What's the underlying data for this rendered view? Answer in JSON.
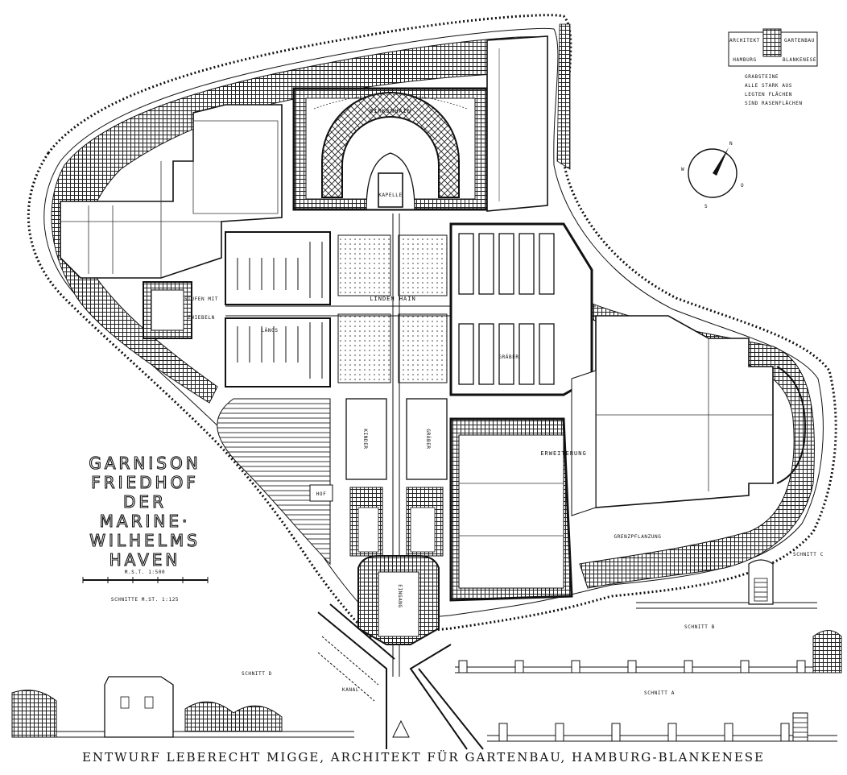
{
  "caption": "ENTWURF LEBERECHT MIGGE, ARCHITEKT FÜR GARTENBAU, HAMBURG-BLANKENESE",
  "title_lines": [
    "GARNISON",
    "FRIEDHOF",
    "DER",
    "MARINE·",
    "WILHELMS",
    "HAVEN"
  ],
  "scale_label": "M.S.T. 1:500",
  "section_scale_label": "SCHNITTE M.ST. 1:125",
  "stamp": {
    "top_left": "ARCHITEKT",
    "top_right": "GARTENBAU",
    "bottom_left": "HAMBURG",
    "bottom_right": "BLANKENESE"
  },
  "notes": [
    "GRABSTEINE",
    "ALLE STARK AUS",
    "LEGTEN FLÄCHEN",
    "SIND RASENFLÄCHEN"
  ],
  "compass": {
    "n": "N",
    "s": "S",
    "w": "W",
    "o": "O"
  },
  "plan_labels": {
    "birkenhain": "BIRKENHAIN",
    "kapelle": "KAPELLE",
    "erweiterung": "ERWEITERUNG",
    "graeber": "GRÄBER",
    "lindenhain": "LINDEN HAIN",
    "stufen": "STUFEN MIT",
    "zwiebeln": "ZWIEBELN",
    "laengs": "LÄNGS",
    "kinder": "KINDER",
    "graeber_2": "GRÄBER",
    "hof": "HOF",
    "eingang": "EINGANG",
    "pflanzung": "GRENZPFLANZUNG",
    "kanal": "KANAL"
  },
  "section_labels": {
    "a": "SCHNITT A",
    "b": "SCHNITT B",
    "c": "SCHNITT C",
    "d": "SCHNITT D"
  }
}
